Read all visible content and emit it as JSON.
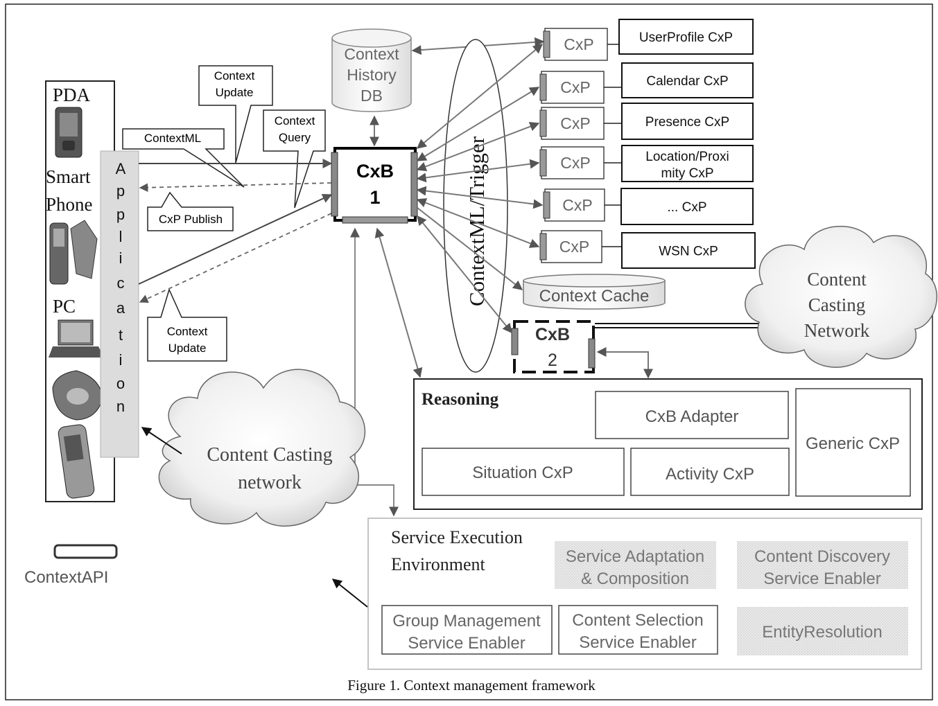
{
  "devices": {
    "pda": "PDA",
    "smart_phone_line1": "Smart",
    "smart_phone_line2": "Phone",
    "pc": "PC"
  },
  "application_letters": [
    "A",
    "p",
    "p",
    "l",
    "i",
    "c",
    "a",
    "t",
    "i",
    "o",
    "n"
  ],
  "callouts": {
    "context_update_top": [
      "Context",
      "Update"
    ],
    "contextml": "ContextML",
    "context_query": [
      "Context",
      "Query"
    ],
    "cxp_publish": "CxP Publish",
    "context_update_bottom": [
      "Context",
      "Update"
    ]
  },
  "context_history_db": [
    "Context",
    "History",
    "DB"
  ],
  "cxb1": [
    "CxB",
    "1"
  ],
  "cxb2": [
    "CxB",
    "2"
  ],
  "trigger_label": "ContextML/Trigger",
  "cxp_short": "CxP",
  "providers": [
    [
      "UserProfile CxP"
    ],
    [
      "Calendar CxP"
    ],
    [
      "Presence CxP"
    ],
    [
      "Location/Proxi",
      "mity CxP"
    ],
    [
      "... CxP"
    ],
    [
      "WSN CxP"
    ]
  ],
  "context_cache": "Context Cache",
  "cloud_right": [
    "Content",
    "Casting",
    "Network"
  ],
  "cloud_left": [
    "Content Casting",
    "network"
  ],
  "reasoning": {
    "title": "Reasoning",
    "cxb_adapter": "CxB Adapter",
    "generic_cxp": "Generic CxP",
    "situation_cxp": "Situation CxP",
    "activity_cxp": "Activity CxP"
  },
  "see": {
    "title": [
      "Service Execution",
      "Environment"
    ],
    "service_adaptation": [
      "Service Adaptation",
      "& Composition"
    ],
    "content_discovery": [
      "Content Discovery",
      "Service Enabler"
    ],
    "group_management": [
      "Group Management",
      "Service Enabler"
    ],
    "content_selection": [
      "Content Selection",
      "Service Enabler"
    ],
    "entity_resolution": "EntityResolution"
  },
  "legend_context_api": "ContextAPI",
  "figure_caption": "Figure 1. Context management framework"
}
